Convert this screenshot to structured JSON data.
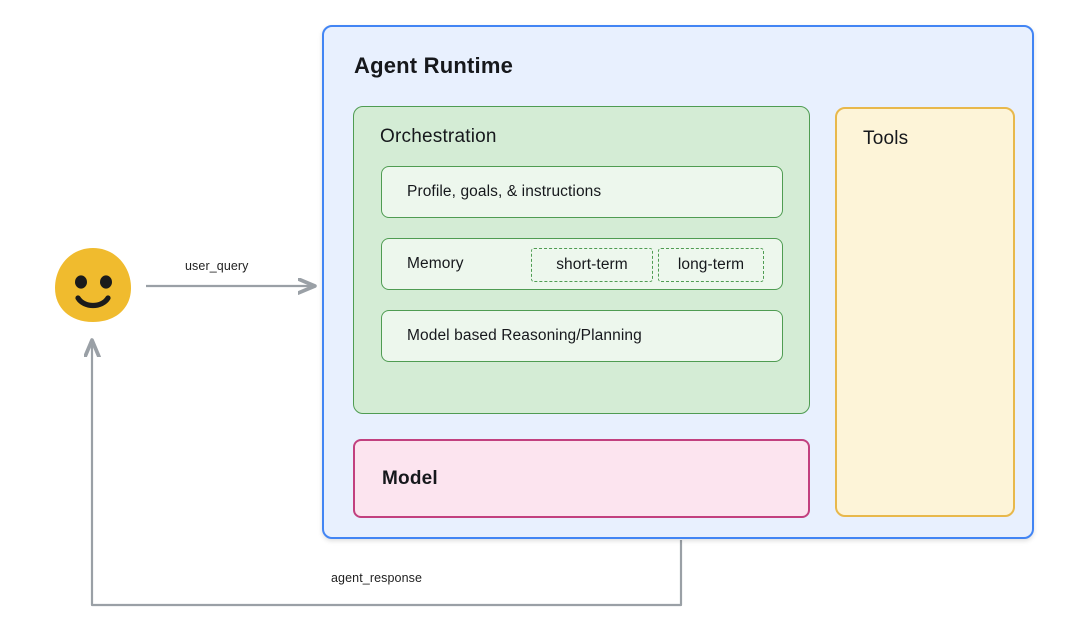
{
  "diagram": {
    "runtime": {
      "title": "Agent Runtime",
      "border_color": "#4285f4",
      "fill_color": "#e8f0fe"
    },
    "orchestration": {
      "title": "Orchestration",
      "border_color": "#4f9c52",
      "fill_color": "#d4ecd5",
      "rows": [
        {
          "label": "Profile, goals, & instructions"
        },
        {
          "label": "Memory"
        },
        {
          "label": "Model based Reasoning/Planning"
        }
      ],
      "memory_chips": [
        {
          "label": "short-term"
        },
        {
          "label": "long-term"
        }
      ]
    },
    "model": {
      "title": "Model",
      "border_color": "#c2407f",
      "fill_color": "#fce4ef"
    },
    "tools": {
      "title": "Tools",
      "border_color": "#e8b84b",
      "fill_color": "#fdf4d8"
    },
    "actor": {
      "name": "user",
      "icon": "smiley-face-blob",
      "color": "#f0bb2e"
    },
    "edges": [
      {
        "label": "user_query",
        "from": "user",
        "to": "Agent Runtime",
        "color": "#9aa0a6"
      },
      {
        "label": "agent_response",
        "from": "Agent Runtime",
        "to": "user",
        "color": "#9aa0a6"
      }
    ]
  }
}
